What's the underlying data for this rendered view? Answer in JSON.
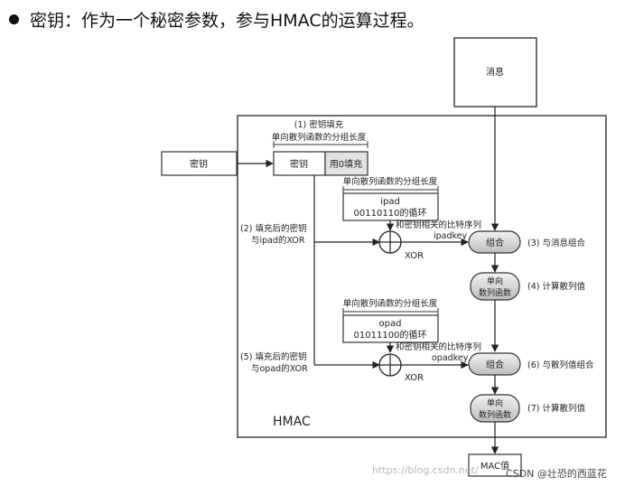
{
  "heading": "密钥：作为一个秘密参数，参与HMAC的运算过程。",
  "diagram": {
    "message": "消息",
    "key_input": "密钥",
    "step1_label": "(1) 密钥填充",
    "block_length_label_1": "单向散列函数的分组长度",
    "padded_key": "密钥",
    "zero_fill": "用0填充",
    "block_length_label_2": "单向散列函数的分组长度",
    "ipad_title": "ipad",
    "ipad_bits": "00110110的循环",
    "key_bit_seq_1": "和密钥相关的比特序列",
    "ipadkey": "ipadkey",
    "step2_line1": "(2) 填充后的密钥",
    "step2_line2": "与ipad的XOR",
    "xor1": "XOR",
    "combine1": "组合",
    "step3": "(3) 与消息组合",
    "hash1_line1": "单向",
    "hash1_line2": "数列函数",
    "step4": "(4) 计算散列值",
    "block_length_label_3": "单向散列函数的分组长度",
    "opad_title": "opad",
    "opad_bits": "01011100的循环",
    "key_bit_seq_2": "和密钥相关的比特序列",
    "opadkey": "opadkey",
    "step5_line1": "(5) 填充后的密钥",
    "step5_line2": "与opad的XOR",
    "xor2": "XOR",
    "combine2": "组合",
    "step6": "(6) 与散列值组合",
    "hash2_line1": "单向",
    "hash2_line2": "数列函数",
    "step7": "(7) 计算散列值",
    "hmac": "HMAC",
    "mac_value": "MAC值",
    "watermark_url": "https://blog.csdn.net/",
    "watermark_credit": "CSDN @壮恐的西蓝花"
  }
}
